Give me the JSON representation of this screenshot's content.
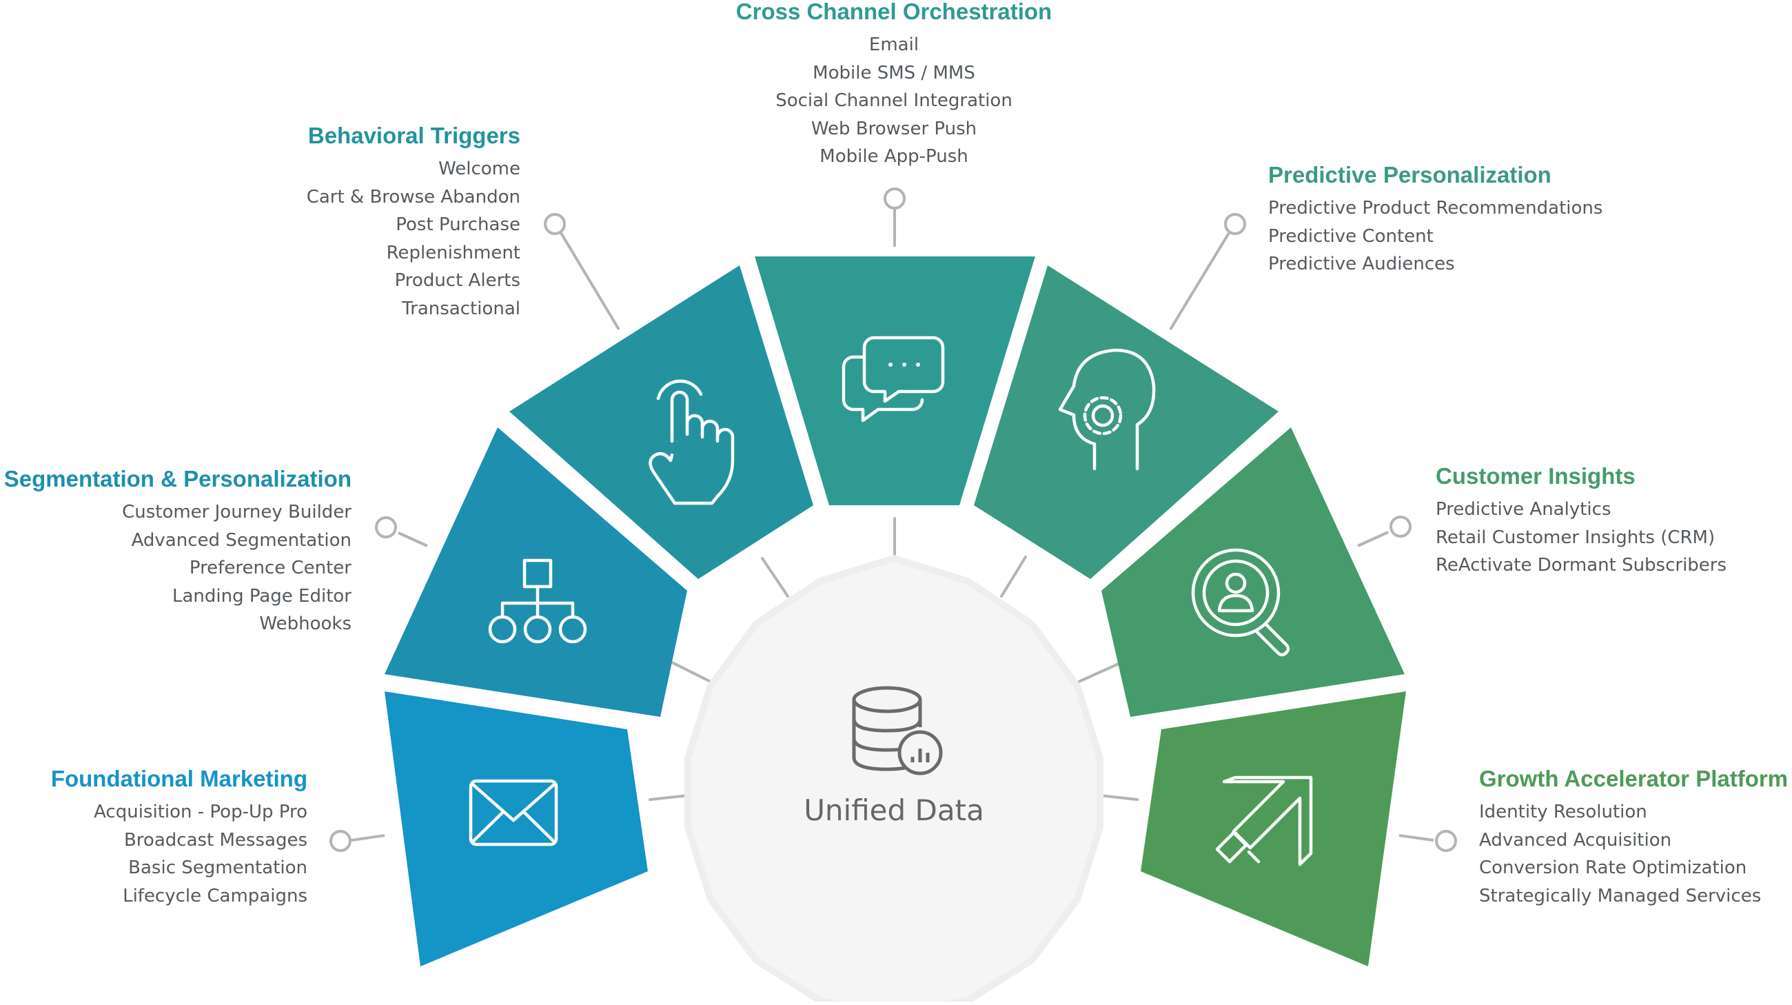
{
  "colors": {
    "foundational": "#1594c6",
    "segmentation": "#1e8fae",
    "behavioral": "#24939f",
    "cross_channel": "#2f9a92",
    "predictive": "#3c9984",
    "insights": "#459b6c",
    "growth": "#4f9a59",
    "connector": "#b4b4b4",
    "hub_fill": "#f5f5f5",
    "hub_text": "#666666"
  },
  "hub": {
    "label": "Unified Data",
    "icon": "database-chart-icon"
  },
  "groups": {
    "foundational": {
      "title": "Foundational Marketing",
      "icon": "envelope-icon",
      "items": [
        "Acquisition - Pop-Up Pro",
        "Broadcast Messages",
        "Basic Segmentation",
        "Lifecycle Campaigns"
      ]
    },
    "segmentation": {
      "title": "Segmentation & Personalization",
      "icon": "org-chart-icon",
      "items": [
        "Customer Journey Builder",
        "Advanced Segmentation",
        "Preference Center",
        "Landing Page Editor",
        "Webhooks"
      ]
    },
    "behavioral": {
      "title": "Behavioral Triggers",
      "icon": "pointer-hand-icon",
      "items": [
        "Welcome",
        "Cart & Browse Abandon",
        "Post Purchase",
        "Replenishment",
        "Product Alerts",
        "Transactional"
      ]
    },
    "cross_channel": {
      "title": "Cross Channel Orchestration",
      "icon": "chat-bubbles-icon",
      "items": [
        "Email",
        "Mobile SMS / MMS",
        "Social Channel Integration",
        "Web Browser Push",
        "Mobile App-Push"
      ]
    },
    "predictive": {
      "title": "Predictive Personalization",
      "icon": "head-gear-icon",
      "items": [
        "Predictive Product Recommendations",
        "Predictive Content",
        "Predictive Audiences"
      ]
    },
    "insights": {
      "title": "Customer Insights",
      "icon": "magnifier-person-icon",
      "items": [
        "Predictive Analytics",
        "Retail Customer Insights (CRM)",
        "ReActivate Dormant Subscribers"
      ]
    },
    "growth": {
      "title": "Growth Accelerator Platform",
      "icon": "growth-arrow-icon",
      "items": [
        "Identity Resolution",
        "Advanced Acquisition",
        "Conversion Rate Optimization",
        "Strategically Managed Services"
      ]
    }
  }
}
